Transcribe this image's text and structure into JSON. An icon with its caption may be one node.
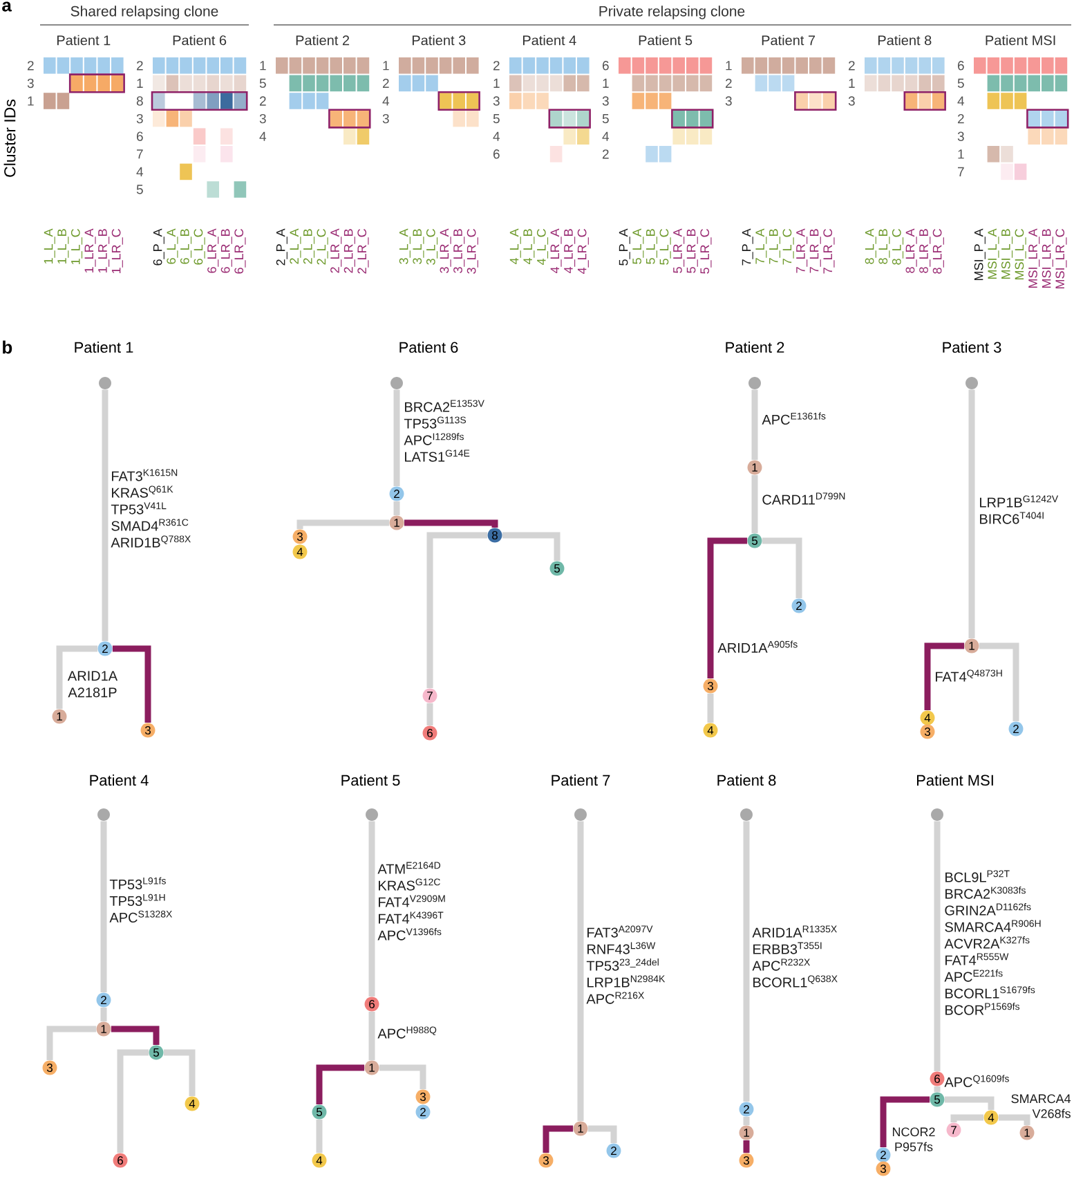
{
  "diagram": {
    "nodes": [
      {
        "text": [],
        "shape": "circle"
      },
      {
        "text": [
          "2"
        ]
      },
      {
        "text": [
          "1"
        ]
      },
      {
        "text": [
          "3"
        ]
      },
      {
        "text": [],
        "shape": "circle"
      },
      {
        "text": [
          "2"
        ]
      },
      {
        "text": [
          "1"
        ]
      },
      {
        "text": [
          "3"
        ]
      },
      {
        "text": [
          "4"
        ]
      },
      {
        "text": [
          "8"
        ]
      },
      {
        "text": [
          "5"
        ]
      },
      {
        "text": [
          "7"
        ]
      },
      {
        "text": [
          "6"
        ]
      },
      {
        "text": [],
        "shape": "circle"
      },
      {
        "text": [
          "1"
        ]
      },
      {
        "text": [
          "5"
        ]
      },
      {
        "text": [
          "2"
        ]
      },
      {
        "text": [
          "3"
        ]
      },
      {
        "text": [
          "4"
        ]
      },
      {
        "text": [],
        "shape": "circle"
      },
      {
        "text": [
          "1"
        ]
      },
      {
        "text": [
          "4"
        ]
      },
      {
        "text": [
          "3"
        ]
      },
      {
        "text": [
          "2"
        ]
      },
      {
        "text": [],
        "shape": "circle"
      },
      {
        "text": [
          "2"
        ]
      },
      {
        "text": [
          "1"
        ]
      },
      {
        "text": [
          "5"
        ]
      },
      {
        "text": [
          "3"
        ]
      },
      {
        "text": [
          "4"
        ]
      },
      {
        "text": [
          "6"
        ]
      },
      {
        "text": [],
        "shape": "circle"
      },
      {
        "text": [
          "6"
        ]
      },
      {
        "text": [
          "1"
        ]
      },
      {
        "text": [
          "3"
        ]
      },
      {
        "text": [
          "5"
        ]
      },
      {
        "text": [
          "2"
        ]
      },
      {
        "text": [
          "4"
        ]
      },
      {
        "text": [],
        "shape": "circle"
      },
      {
        "text": [
          "1"
        ]
      },
      {
        "text": [
          "2"
        ]
      },
      {
        "text": [
          "3"
        ]
      },
      {
        "text": [],
        "shape": "circle"
      },
      {
        "text": [
          "2"
        ]
      },
      {
        "text": [
          "1"
        ]
      },
      {
        "text": [
          "3"
        ]
      },
      {
        "text": [],
        "shape": "circle"
      },
      {
        "text": [
          "6"
        ]
      },
      {
        "text": [
          "5"
        ]
      },
      {
        "text": [
          "4"
        ]
      },
      {
        "text": [
          "7"
        ]
      },
      {
        "text": [
          "1"
        ]
      },
      {
        "text": [
          "2"
        ]
      },
      {
        "text": [
          "3"
        ]
      }
    ],
    "edges": [
      {
        "from": 0,
        "to": 1,
        "arrow": "none",
        "label": "FAT3$^{K1615N}$ KRAS$^{Q61K}$ TP53$^{V41L}$ SMAD4$^{R361C}$ ARID1B$^{Q788X}$"
      },
      {
        "from": 1,
        "to": 2,
        "arrow": "none",
        "label": "ARID1A A2181P"
      },
      {
        "from": 1,
        "to": 3,
        "arrow": "none",
        "color": "#8b1d5e"
      },
      {
        "from": 4,
        "to": 5,
        "arrow": "none",
        "label": "BRCA2$^{E1353V}$ TP53$^{G113S}$ APC$^{I1289fs}$ LATS1$^{G14E}$"
      },
      {
        "from": 5,
        "to": 6,
        "arrow": "none"
      },
      {
        "from": 6,
        "to": 7,
        "arrow": "none"
      },
      {
        "from": 6,
        "to": 9,
        "arrow": "none",
        "color": "#8b1d5e"
      },
      {
        "from": 9,
        "to": 11,
        "arrow": "none"
      },
      {
        "from": 11,
        "to": 12,
        "arrow": "none"
      },
      {
        "from": 9,
        "to": 10,
        "arrow": "none"
      },
      {
        "from": 13,
        "to": 14,
        "arrow": "none",
        "label": "APC$^{E1361fs}$"
      },
      {
        "from": 14,
        "to": 15,
        "arrow": "none",
        "label": "CARD11$^{D799N}$"
      },
      {
        "from": 15,
        "to": 16,
        "arrow": "none"
      },
      {
        "from": 15,
        "to": 17,
        "arrow": "none",
        "color": "#8b1d5e",
        "label": "ARID1A$^{A905fs}$"
      },
      {
        "from": 17,
        "to": 18,
        "arrow": "none"
      },
      {
        "from": 19,
        "to": 20,
        "arrow": "none",
        "label": "LRP1B$^{G1242V}$ BIRC6$^{T404I}$"
      },
      {
        "from": 20,
        "to": 21,
        "arrow": "none",
        "color": "#8b1d5e",
        "label": "FAT4$^{Q4873H}$"
      },
      {
        "from": 20,
        "to": 23,
        "arrow": "none"
      },
      {
        "from": 24,
        "to": 25,
        "arrow": "none",
        "label": "TP53$^{L91fs}$ TP53$^{L91H}$ APC$^{S1328X}$"
      },
      {
        "from": 25,
        "to": 26,
        "arrow": "none"
      },
      {
        "from": 26,
        "to": 28,
        "arrow": "none"
      },
      {
        "from": 26,
        "to": 27,
        "arrow": "none",
        "color": "#8b1d5e"
      },
      {
        "from": 27,
        "to": 30,
        "arrow": "none"
      },
      {
        "from": 27,
        "to": 29,
        "arrow": "none"
      },
      {
        "from": 31,
        "to": 32,
        "arrow": "none",
        "label": "ATM$^{E2164D}$ KRAS$^{G12C}$ FAT4$^{V2909M}$ FAT4$^{K4396T}$ APC$^{V1396fs}$"
      },
      {
        "from": 32,
        "to": 33,
        "arrow": "none",
        "label": "APC$^{H988Q}$"
      },
      {
        "from": 33,
        "to": 35,
        "arrow": "none",
        "color": "#8b1d5e"
      },
      {
        "from": 35,
        "to": 37,
        "arrow": "none"
      },
      {
        "from": 33,
        "to": 34,
        "arrow": "none"
      },
      {
        "from": 38,
        "to": 39,
        "arrow": "none",
        "label": "FAT3$^{A2097V}$ RNF43$^{L36W}$ TP53$^{23_24del}$ LRP1B$^{N2984K}$ APC$^{R216X}$"
      },
      {
        "from": 39,
        "to": 41,
        "arrow": "none",
        "color": "#8b1d5e"
      },
      {
        "from": 39,
        "to": 40,
        "arrow": "none"
      },
      {
        "from": 42,
        "to": 43,
        "arrow": "none",
        "label": "ARID1A$^{R1335X}$ ERBB3$^{T355I}$ APC$^{R232X}$ BCORL1$^{Q638X}$"
      },
      {
        "from": 43,
        "to": 44,
        "arrow": "none"
      },
      {
        "from": 44,
        "to": 45,
        "arrow": "none",
        "color": "#8b1d5e"
      },
      {
        "from": 46,
        "to": 47,
        "arrow": "none",
        "label": "BCL9L$^{P32T}$ BRCA2$^{K3083fs}$ GRIN2A$^{D1162fs}$ SMARCA4$^{R906H}$ ACVR2A$^{K327fs}$ FAT4$^{R555W}$ APC$^{E221fs}$ BCORL1$^{S1679fs}$ BCOR$^{P1569fs}$"
      },
      {
        "from": 47,
        "to": 48,
        "arrow": "none",
        "label": "APC$^{Q1609fs}$"
      },
      {
        "from": 48,
        "to": 52,
        "arrow": "none",
        "color": "#8b1d5e",
        "label": "NCOR2 P957fs"
      },
      {
        "from": 48,
        "to": 49,
        "arrow": "none"
      },
      {
        "from": 49,
        "to": 50,
        "arrow": "none"
      },
      {
        "from": 49,
        "to": 51,
        "arrow": "none",
        "label": "SMARCA4 V268fs"
      }
    ],
    "labels": [
      "a",
      "Shared relapsing clone",
      "Private relapsing clone",
      "Cluster IDs",
      "Patient 1",
      "2",
      "3",
      "1",
      "1_L_A",
      "1_L_B",
      "1_L_C",
      "1_LR_A",
      "1_LR_B",
      "1_LR_C",
      "Patient 6",
      "2",
      "1",
      "8",
      "3",
      "6",
      "7",
      "4",
      "5",
      "6_P_A",
      "6_L_A",
      "6_L_B",
      "6_L_C",
      "6_LR_A",
      "6_LR_B",
      "6_LR_C",
      "Patient 2",
      "1",
      "5",
      "2",
      "3",
      "4",
      "2_P_A",
      "2_L_A",
      "2_L_B",
      "2_L_C",
      "2_LR_A",
      "2_LR_B",
      "2_LR_C",
      "Patient 3",
      "1",
      "2",
      "4",
      "3",
      "3_L_A",
      "3_L_B",
      "3_L_C",
      "3_LR_A",
      "3_LR_B",
      "3_LR_C",
      "Patient 4",
      "2",
      "1",
      "3",
      "5",
      "4",
      "6",
      "4_L_A",
      "4_L_B",
      "4_L_C",
      "4_LR_A",
      "4_LR_B",
      "4_LR_C",
      "Patient 5",
      "6",
      "1",
      "3",
      "5",
      "4",
      "2",
      "5_P_A",
      "5_L_A",
      "5_L_B",
      "5_L_C",
      "5_LR_A",
      "5_LR_B",
      "5_LR_C",
      "Patient 7",
      "1",
      "2",
      "3",
      "7_P_A",
      "7_L_A",
      "7_L_B",
      "7_L_C",
      "7_LR_A",
      "7_LR_B",
      "7_LR_C",
      "Patient 8",
      "2",
      "1",
      "3",
      "8_L_A",
      "8_L_B",
      "8_L_C",
      "8_LR_A",
      "8_LR_B",
      "8_LR_C",
      "Patient MSI",
      "6",
      "5",
      "4",
      "2",
      "3",
      "1",
      "7",
      "MSI_P_A",
      "MSI_L_A",
      "MSI_L_B",
      "MSI_L_C",
      "MSI_LR_A",
      "MSI_LR_B",
      "MSI_LR_C",
      "b",
      "Patient 1",
      "Patient 6",
      "Patient 2",
      "Patient 3",
      "Patient 4",
      "Patient 5",
      "Patient 7",
      "Patient 8",
      "Patient MSI"
    ]
  }
}
